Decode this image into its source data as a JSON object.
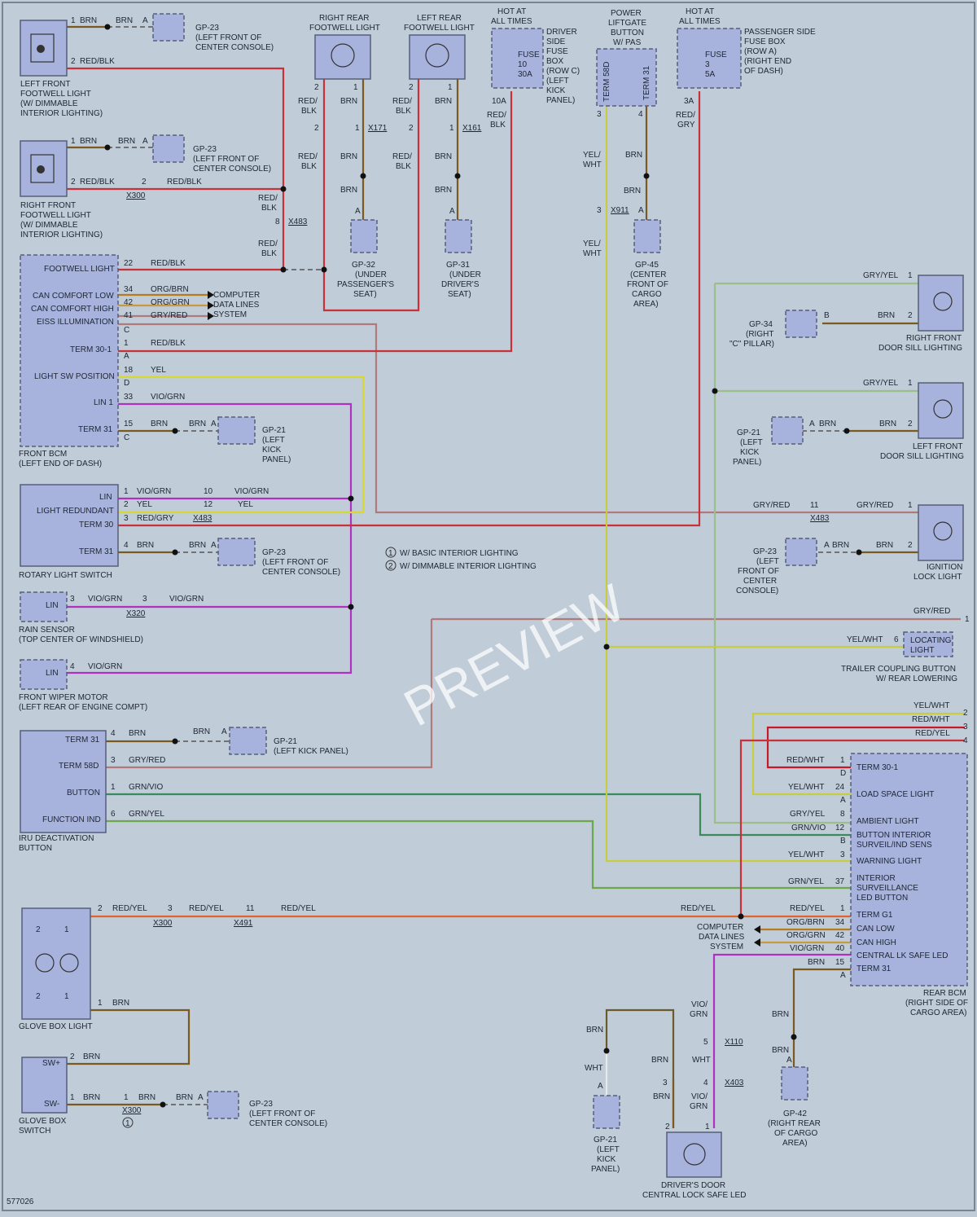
{
  "watermark": "PREVIEW",
  "figure_number": "577026",
  "legend": {
    "note1": "W/ BASIC INTERIOR LIGHTING",
    "note2": "W/ DIMMABLE INTERIOR LIGHTING",
    "marker1": "1",
    "marker2": "2"
  },
  "components": {
    "lf_footwell": [
      "LEFT FRONT",
      "FOOTWELL LIGHT",
      "(W/ DIMMABLE",
      "INTERIOR LIGHTING)"
    ],
    "rf_footwell": [
      "RIGHT FRONT",
      "FOOTWELL LIGHT",
      "(W/ DIMMABLE",
      "INTERIOR LIGHTING)"
    ],
    "rr_footwell": [
      "RIGHT REAR",
      "FOOTWELL LIGHT"
    ],
    "lr_footwell": [
      "LEFT REAR",
      "FOOTWELL LIGHT"
    ],
    "hot1": [
      "HOT AT",
      "ALL TIMES"
    ],
    "driver_fuse": [
      "DRIVER",
      "SIDE",
      "FUSE",
      "BOX",
      "(ROW C)",
      "(LEFT",
      "KICK",
      "PANEL)"
    ],
    "fuse1": [
      "FUSE",
      "10",
      "30A"
    ],
    "power_liftgate": [
      "POWER",
      "LIFTGATE",
      "BUTTON",
      "W/ PAS"
    ],
    "term58d": "TERM 58D",
    "term31": "TERM 31",
    "hot2": [
      "HOT AT",
      "ALL TIMES"
    ],
    "pass_fuse": [
      "PASSENGER SIDE",
      "FUSE BOX",
      "(ROW A)",
      "(RIGHT END",
      "OF DASH)"
    ],
    "fuse2": [
      "FUSE",
      "3",
      "5A"
    ],
    "front_bcm": [
      "FRONT BCM",
      "(LEFT END OF DASH)"
    ],
    "bcm_pins": [
      "FOOTWELL LIGHT",
      "CAN COMFORT LOW",
      "CAN COMFORT HIGH",
      "EISS ILLUMINATION",
      "TERM 30-1",
      "LIGHT SW POSITION",
      "LIN 1",
      "TERM 31"
    ],
    "computer_data": [
      "COMPUTER",
      "DATA LINES",
      "SYSTEM"
    ],
    "rotary": "ROTARY LIGHT SWITCH",
    "rotary_pins": [
      "LIN",
      "LIGHT REDUNDANT",
      "TERM 30",
      "TERM 31"
    ],
    "rain": [
      "RAIN SENSOR",
      "(TOP CENTER OF WINDSHIELD)"
    ],
    "wiper": [
      "FRONT WIPER MOTOR",
      "(LEFT REAR OF ENGINE COMPT)"
    ],
    "lin": "LIN",
    "iru": [
      "IRU DEACTIVATION",
      "BUTTON"
    ],
    "iru_pins": [
      "TERM 31",
      "TERM 58D",
      "BUTTON",
      "FUNCTION IND"
    ],
    "glove_light": "GLOVE BOX LIGHT",
    "glove_switch": [
      "GLOVE BOX",
      "SWITCH"
    ],
    "sw_plus": "SW+",
    "sw_minus": "SW-",
    "rf_sill": [
      "RIGHT FRONT",
      "DOOR SILL LIGHTING"
    ],
    "lf_sill": [
      "LEFT FRONT",
      "DOOR SILL LIGHTING"
    ],
    "ign_lock": [
      "IGNITION",
      "LOCK LIGHT"
    ],
    "locating": [
      "LOCATING",
      "LIGHT"
    ],
    "trailer": [
      "TRAILER COUPLING BUTTON",
      "W/ REAR LOWERING"
    ],
    "rear_bcm": [
      "REAR BCM",
      "(RIGHT SIDE OF",
      "CARGO AREA)"
    ],
    "rear_bcm_pins": [
      "TERM 30-1",
      "LOAD SPACE LIGHT",
      "AMBIENT LIGHT",
      "BUTTON INTERIOR",
      "SURVEIL/IND SENS",
      "WARNING LIGHT",
      "INTERIOR",
      "SURVEILLANCE",
      "LED BUTTON",
      "TERM G1",
      "CAN LOW",
      "CAN HIGH",
      "CENTRAL LK SAFE LED",
      "TERM 31"
    ],
    "door_led": [
      "DRIVER'S DOOR",
      "CENTRAL LOCK SAFE LED"
    ]
  },
  "grounds": {
    "gp23": "GP-23",
    "gp23_loc": [
      "(LEFT FRONT OF",
      "CENTER CONSOLE)"
    ],
    "gp23_loc2": [
      "(LEFT",
      "FRONT OF",
      "CENTER",
      "CONSOLE)"
    ],
    "gp32": [
      "GP-32",
      "(UNDER",
      "PASSENGER'S",
      "SEAT)"
    ],
    "gp31": [
      "GP-31",
      "(UNDER",
      "DRIVER'S",
      "SEAT)"
    ],
    "gp45": [
      "GP-45",
      "(CENTER",
      "FRONT OF",
      "CARGO",
      "AREA)"
    ],
    "gp21": "GP-21",
    "gp21_loc": [
      "(LEFT",
      "KICK",
      "PANEL)"
    ],
    "gp21_loc_inline": "(LEFT KICK PANEL)",
    "gp34": [
      "GP-34",
      "(RIGHT",
      "\"C\" PILLAR)"
    ],
    "gp42": [
      "GP-42",
      "(RIGHT REAR",
      "OF CARGO",
      "AREA)"
    ]
  },
  "connectors": [
    "X300",
    "X483",
    "X171",
    "X161",
    "X911",
    "X320",
    "X491",
    "X110",
    "X403"
  ],
  "wire_colors": {
    "brn": "BRN",
    "red_blk": "RED/BLK",
    "red_blk_split": [
      "RED/",
      "BLK"
    ],
    "red_gry_split": [
      "RED/",
      "GRY"
    ],
    "yel_wht_split": [
      "YEL/",
      "WHT"
    ],
    "vio_grn_split": [
      "VIO/",
      "GRN"
    ],
    "org_brn": "ORG/BRN",
    "org_grn": "ORG/GRN",
    "gry_red": "GRY/RED",
    "yel": "YEL",
    "vio_grn": "VIO/GRN",
    "red_gry": "RED/GRY",
    "gry_yel": "GRY/YEL",
    "yel_wht": "YEL/WHT",
    "red_wht": "RED/WHT",
    "red_yel": "RED/YEL",
    "grn_vio": "GRN/VIO",
    "grn_yel": "GRN/YEL",
    "wht": "WHT"
  },
  "pins": {
    "p1": "1",
    "p2": "2",
    "p3": "3",
    "p4": "4",
    "p5": "5",
    "p6": "6",
    "p8": "8",
    "p10": "10",
    "p11": "11",
    "p12": "12",
    "p15": "15",
    "p18": "18",
    "p22": "22",
    "p24": "24",
    "p33": "33",
    "p34": "34",
    "p37": "37",
    "p40": "40",
    "p41": "41",
    "p42": "42",
    "pA": "A",
    "pB": "B",
    "pC": "C",
    "pD": "D",
    "p10A": "10A",
    "p3A": "3A"
  },
  "colors": {
    "background": "#c0ccd8",
    "component_fill": "#a7b3dd",
    "brn": "#7a5a1f",
    "red": "#c8303a",
    "yel": "#d8d832",
    "vio": "#b030c0"
  }
}
